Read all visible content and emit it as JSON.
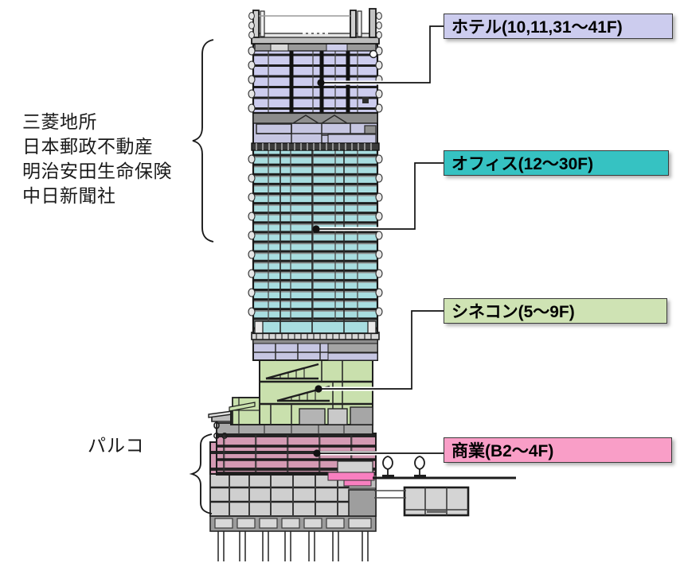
{
  "diagram": {
    "kind": "building-section-diagram",
    "subject": "mixed-use skyscraper vertical section with program zones"
  },
  "owners": {
    "lines": [
      "三菱地所",
      "日本郵政不動産",
      "明治安田生命保険",
      "中日新聞社"
    ],
    "bracket_label": "tower-owners-bracket"
  },
  "podium": {
    "label": "パルコ"
  },
  "callouts": [
    {
      "id": "hotel",
      "label": "ホテル(10,11,31〜41F)",
      "use": "ホテル",
      "floors": "10,11,31〜41F",
      "fill": "#ccccee",
      "border": "#3a3a3a"
    },
    {
      "id": "office",
      "label": "オフィス(12〜30F)",
      "use": "オフィス",
      "floors": "12〜30F",
      "fill": "#36c2c2",
      "border": "#2a2a2a"
    },
    {
      "id": "cinema",
      "label": "シネコン(5〜9F)",
      "use": "シネコン",
      "floors": "5〜9F",
      "fill": "#cfe3b4",
      "border": "#3a3a3a"
    },
    {
      "id": "retail",
      "label": "商業(B2〜4F)",
      "use": "商業",
      "floors": "B2〜4F",
      "fill": "#f99ec7",
      "border": "#3a3a3a"
    }
  ],
  "zones": {
    "hotel_upper": {
      "fill": "#ccccee",
      "floors": 9
    },
    "mechanical_mid": {
      "fill": "#9a9a9a"
    },
    "office": {
      "fill": "#a8dde0",
      "floors": 19
    },
    "mechanical_low": {
      "fill": "#c6c6e2"
    },
    "cinema": {
      "fill": "#c9e0ad"
    },
    "retail": {
      "fill": "#d49ab3"
    },
    "basement": {
      "fill": "#cfcfcf"
    },
    "retail_accent": {
      "fill": "#f97fc0"
    },
    "structure_line": "#1a1a1a",
    "frame_gray": "#7d7d7d"
  },
  "annotations": {
    "marker_dots": 4,
    "leader_lines": 4
  }
}
